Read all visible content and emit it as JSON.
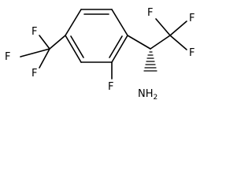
{
  "molecule": {
    "atoms": {
      "f_cf3_top": "F",
      "f_cf3_left": "F",
      "f_cf3_bottom": "F",
      "f_ring": "F",
      "f_side_top": "F",
      "f_side_right_top": "F",
      "f_side_right_bottom": "F",
      "amine": {
        "base": "NH",
        "subscript": "2"
      }
    },
    "stereo": {
      "center": "alpha-carbon",
      "wedge": "hashed"
    }
  }
}
